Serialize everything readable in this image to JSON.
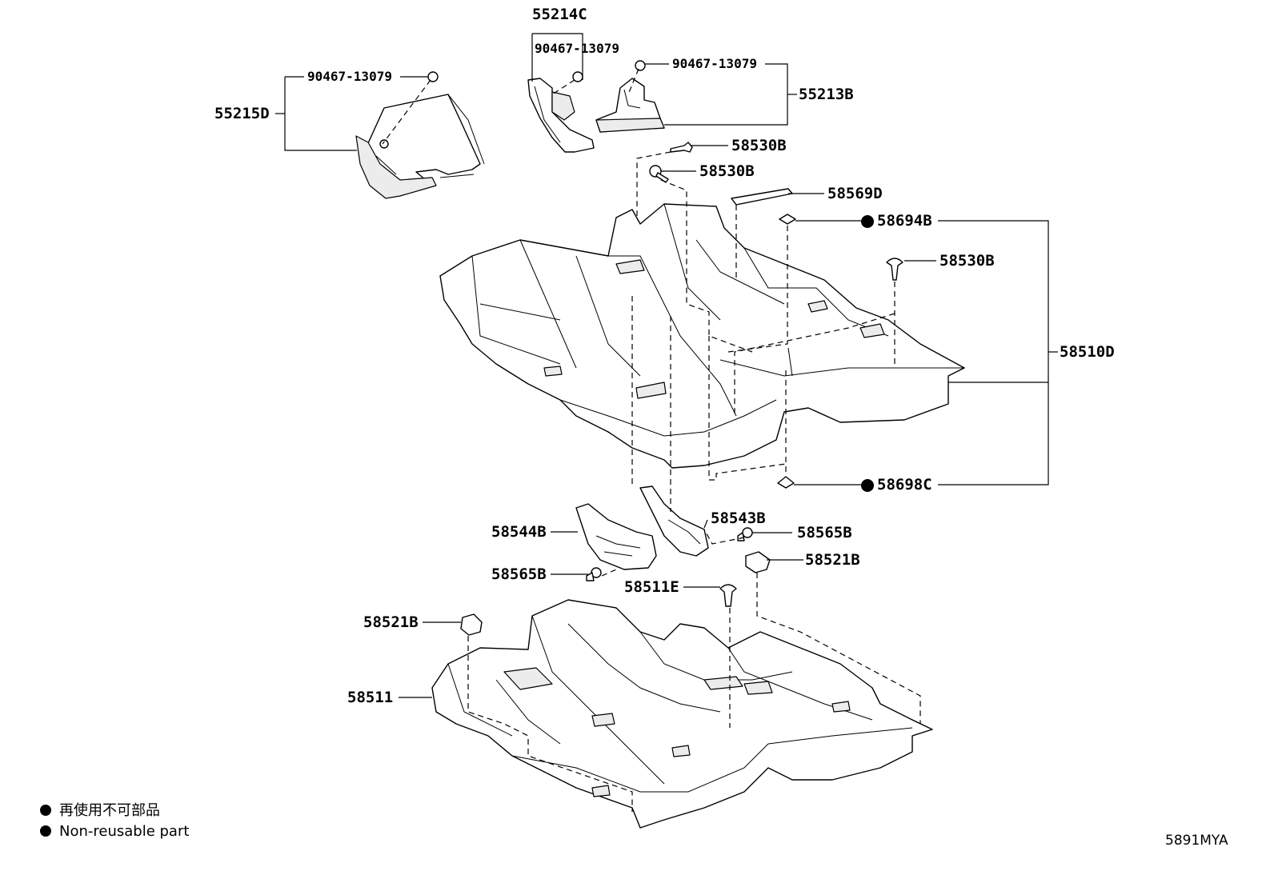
{
  "diagram": {
    "labels": {
      "p55214C": "55214C",
      "p90467_a": "90467-13079",
      "p90467_b": "90467-13079",
      "p90467_c": "90467-13079",
      "p55215D": "55215D",
      "p55213B": "55213B",
      "p58530B_a": "58530B",
      "p58530B_b": "58530B",
      "p58530B_c": "58530B",
      "p58569D": "58569D",
      "p58694B": "58694B",
      "p58510D": "58510D",
      "p58698C": "58698C",
      "p58543B": "58543B",
      "p58544B": "58544B",
      "p58565B_a": "58565B",
      "p58565B_b": "58565B",
      "p58521B_a": "58521B",
      "p58521B_b": "58521B",
      "p58511E": "58511E",
      "p58511": "58511"
    },
    "legend": {
      "japanese": "再使用不可部品",
      "english": "Non-reusable part"
    },
    "reference_code": "5891MYA"
  }
}
